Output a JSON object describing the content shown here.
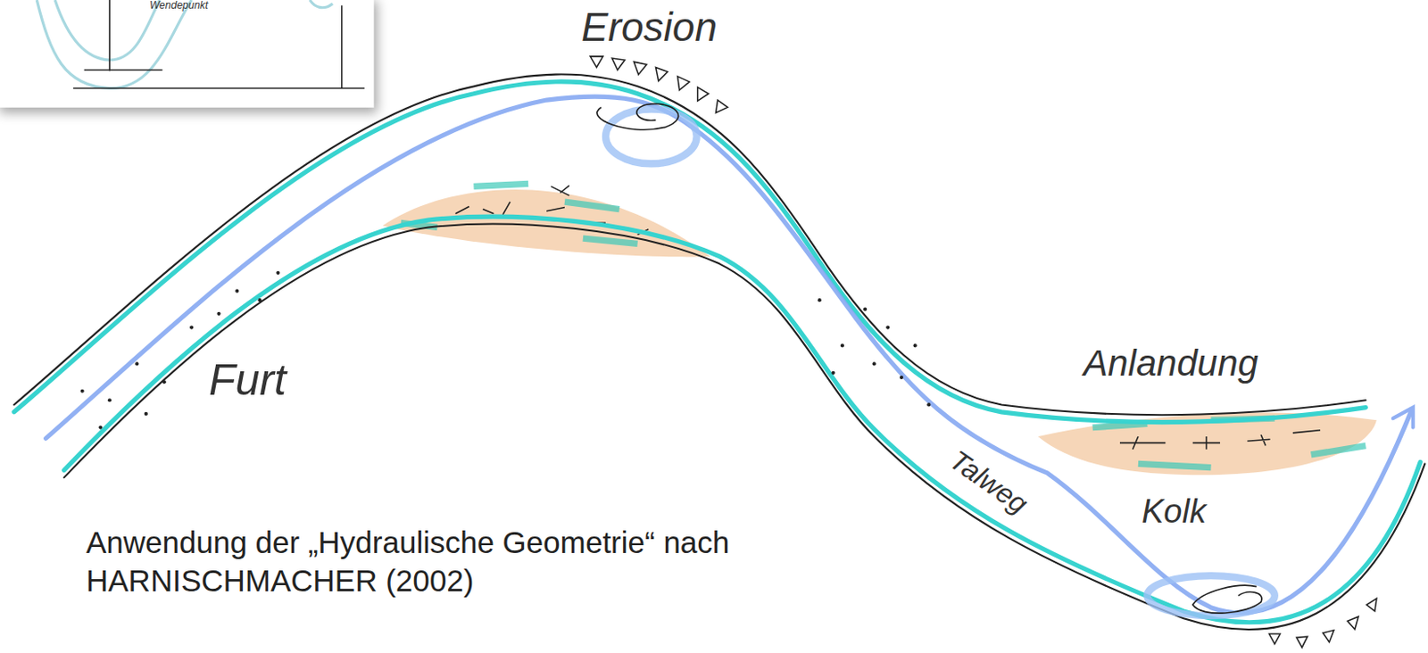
{
  "diagram": {
    "caption": "Anwendung der „Hydraulische Geometrie“ nach HARNISCHMACHER (2002)",
    "labels": [
      "Wendepunkt",
      "Erosion",
      "Furt",
      "Talweg",
      "Anlandung",
      "Kolk"
    ]
  }
}
